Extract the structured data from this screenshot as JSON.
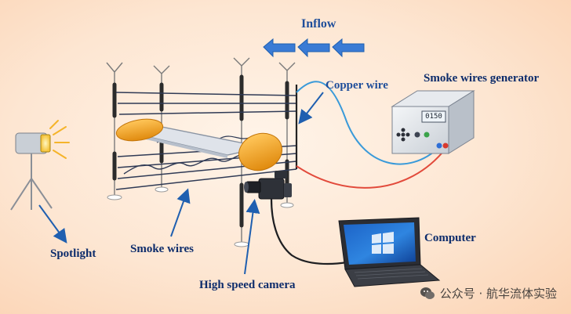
{
  "labels": {
    "inflow": "Inflow",
    "copper_wire": "Copper wire",
    "smoke_wires_generator": "Smoke wires generator",
    "spotlight": "Spotlight",
    "smoke_wires": "Smoke wires",
    "high_speed_camera": "High speed camera",
    "computer": "Computer"
  },
  "generator_display": "0150",
  "watermark": {
    "icon": "wechat-icon",
    "text": "公众号 · 航华流体实验"
  },
  "colors": {
    "label_blue": "#1f4e9a",
    "arrow_blue": "#1f5fb0",
    "copper_wire_blue": "#3a9ad9",
    "copper_wire_red": "#e24a3b",
    "airfoil_orange": "#f3a526"
  }
}
